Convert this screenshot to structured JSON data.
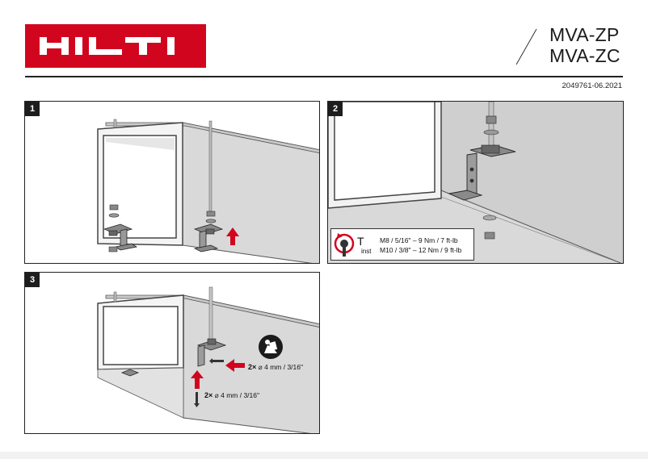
{
  "header": {
    "brand": "HILTI",
    "model_1": "MVA-ZP",
    "model_2": "MVA-ZC",
    "doc_number": "2049761-06.2021"
  },
  "steps": [
    {
      "number": "1"
    },
    {
      "number": "2"
    },
    {
      "number": "3"
    }
  ],
  "torque": {
    "symbol": "T",
    "symbol_sub": "inst",
    "line_1": "M8 / 5/16\" – 9 Nm / 7 ft-lb",
    "line_2": "M10 / 3/8\" – 12 Nm / 9 ft-lb"
  },
  "screws": {
    "side_qty": "2×",
    "side_size": "⌀ 4 mm / 3/16\"",
    "bottom_qty": "2×",
    "bottom_size": "⌀ 4 mm / 3/16\""
  },
  "colors": {
    "brand_red": "#d2051e",
    "arrow_red": "#d2051e",
    "duct_gray": "#d6d6d6"
  },
  "icons": [
    "hilti-logo",
    "torque-wrench-icon",
    "up-arrow-icon",
    "left-arrow-icon",
    "read-manual-icon"
  ]
}
